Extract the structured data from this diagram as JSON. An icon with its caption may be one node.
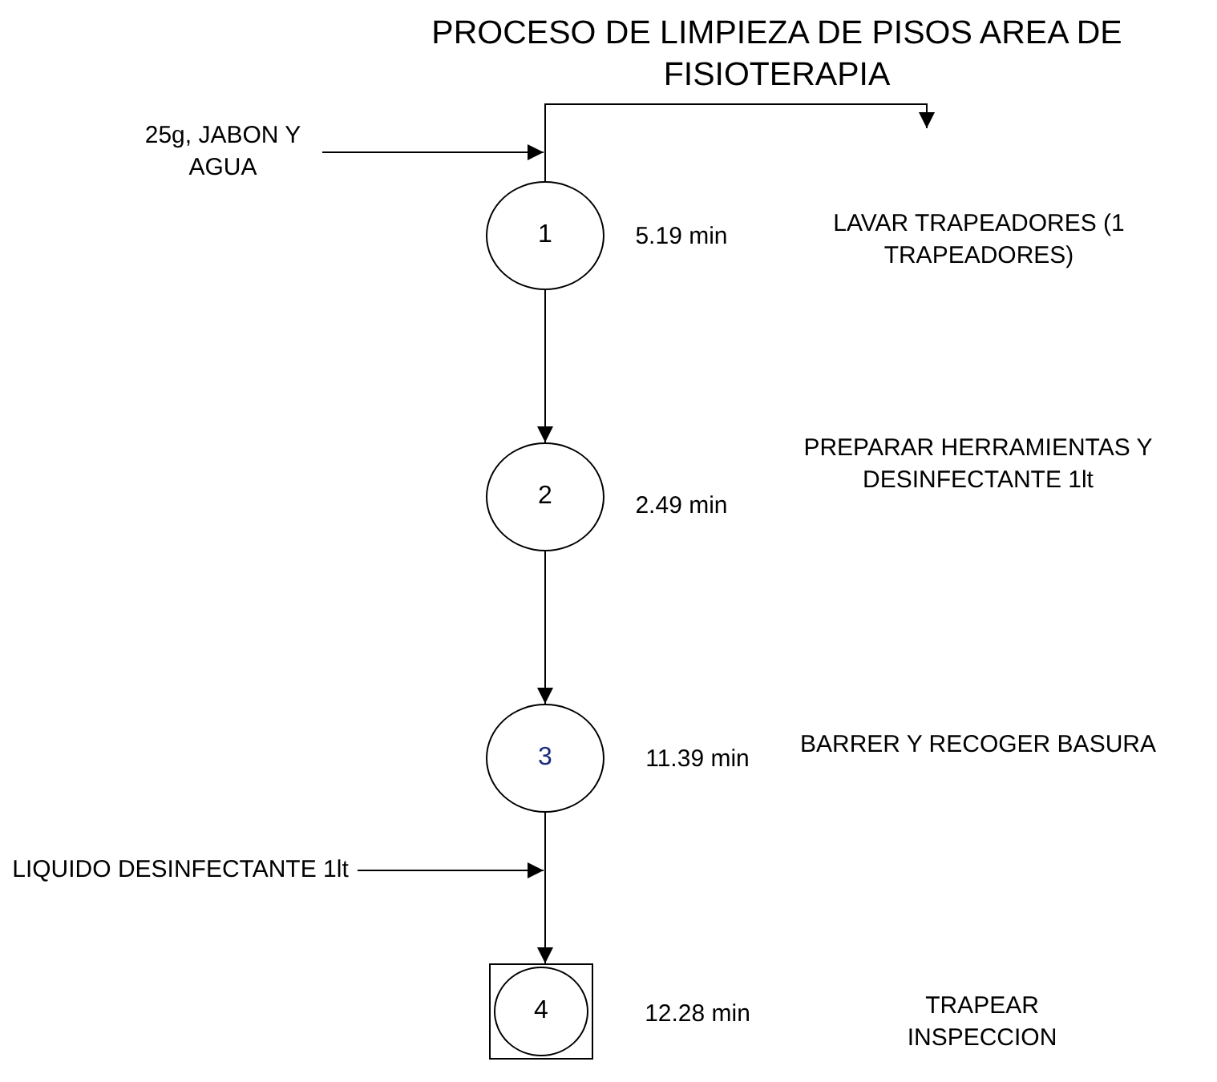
{
  "diagram": {
    "title": "PROCESO DE LIMPIEZA DE PISOS AREA DE FISIOTERAPIA",
    "nodes": [
      {
        "text": [
          "25g, JABON Y AGUA"
        ]
      },
      {
        "text": [
          "1"
        ],
        "beside": [
          "5.19 min"
        ]
      },
      {
        "text": [
          "2"
        ],
        "beside": [
          "2.49 min"
        ]
      },
      {
        "text": [
          "3"
        ],
        "beside": [
          "11.39 min"
        ]
      },
      {
        "text": [
          "LIQUIDO DESINFECTANTE 1lt"
        ]
      },
      {
        "text": [
          "4"
        ],
        "beside": [
          "12.28 min"
        ]
      }
    ],
    "edges": [
      {
        "from": 0,
        "to": 1,
        "arrow": "to"
      },
      {
        "from": 1,
        "to": null,
        "arrow": "to"
      },
      {
        "from": 1,
        "to": 2,
        "arrow": "to"
      },
      {
        "from": 2,
        "to": 3,
        "arrow": "to"
      },
      {
        "from": 4,
        "to": null,
        "arrow": "to"
      },
      {
        "from": 3,
        "to": 5,
        "arrow": "to"
      }
    ],
    "labels": [
      "LAVAR TRAPEADORES (1 TRAPEADORES)",
      "PREPARAR HERRAMIENTAS Y DESINFECTANTE 1lt",
      "BARRER Y RECOGER BASURA",
      "TRAPEAR INSPECCION"
    ]
  }
}
